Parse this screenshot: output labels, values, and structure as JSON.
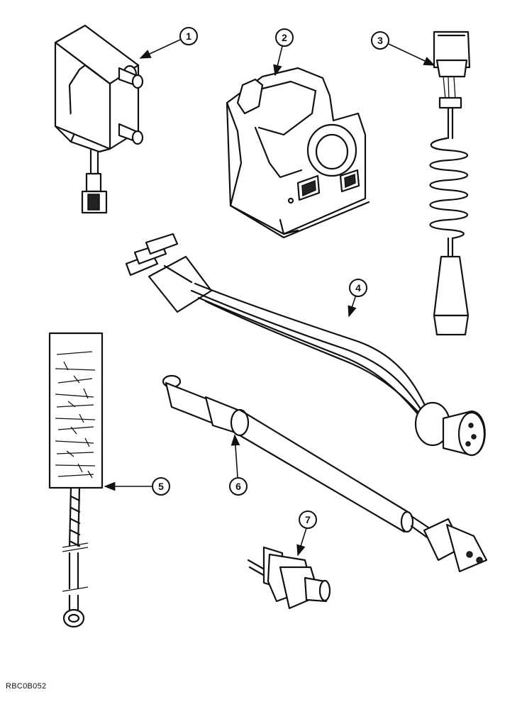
{
  "reference_code": "RBC0B052",
  "callouts": [
    {
      "id": "1",
      "label": "1"
    },
    {
      "id": "2",
      "label": "2"
    },
    {
      "id": "3",
      "label": "3"
    },
    {
      "id": "4",
      "label": "4"
    },
    {
      "id": "5",
      "label": "5"
    },
    {
      "id": "6",
      "label": "6"
    },
    {
      "id": "7",
      "label": "7"
    }
  ]
}
